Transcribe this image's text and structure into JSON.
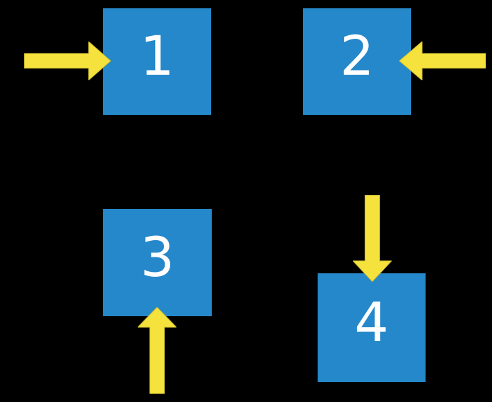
{
  "diagram": {
    "description": "Four numbered blue squares on a black background, each targeted by a yellow block arrow from a different side",
    "squares": [
      {
        "label": "1",
        "arrow_direction": "right",
        "arrow_enters_from": "left side"
      },
      {
        "label": "2",
        "arrow_direction": "left",
        "arrow_enters_from": "right side"
      },
      {
        "label": "3",
        "arrow_direction": "up",
        "arrow_enters_from": "bottom side"
      },
      {
        "label": "4",
        "arrow_direction": "down",
        "arrow_enters_from": "top side"
      }
    ]
  },
  "colors": {
    "background": "#000000",
    "square-fill": "#2588CA",
    "arrow-fill": "#F5E23C",
    "arrow-outline": "#C9B92F",
    "label-text": "#FFFFFF"
  }
}
